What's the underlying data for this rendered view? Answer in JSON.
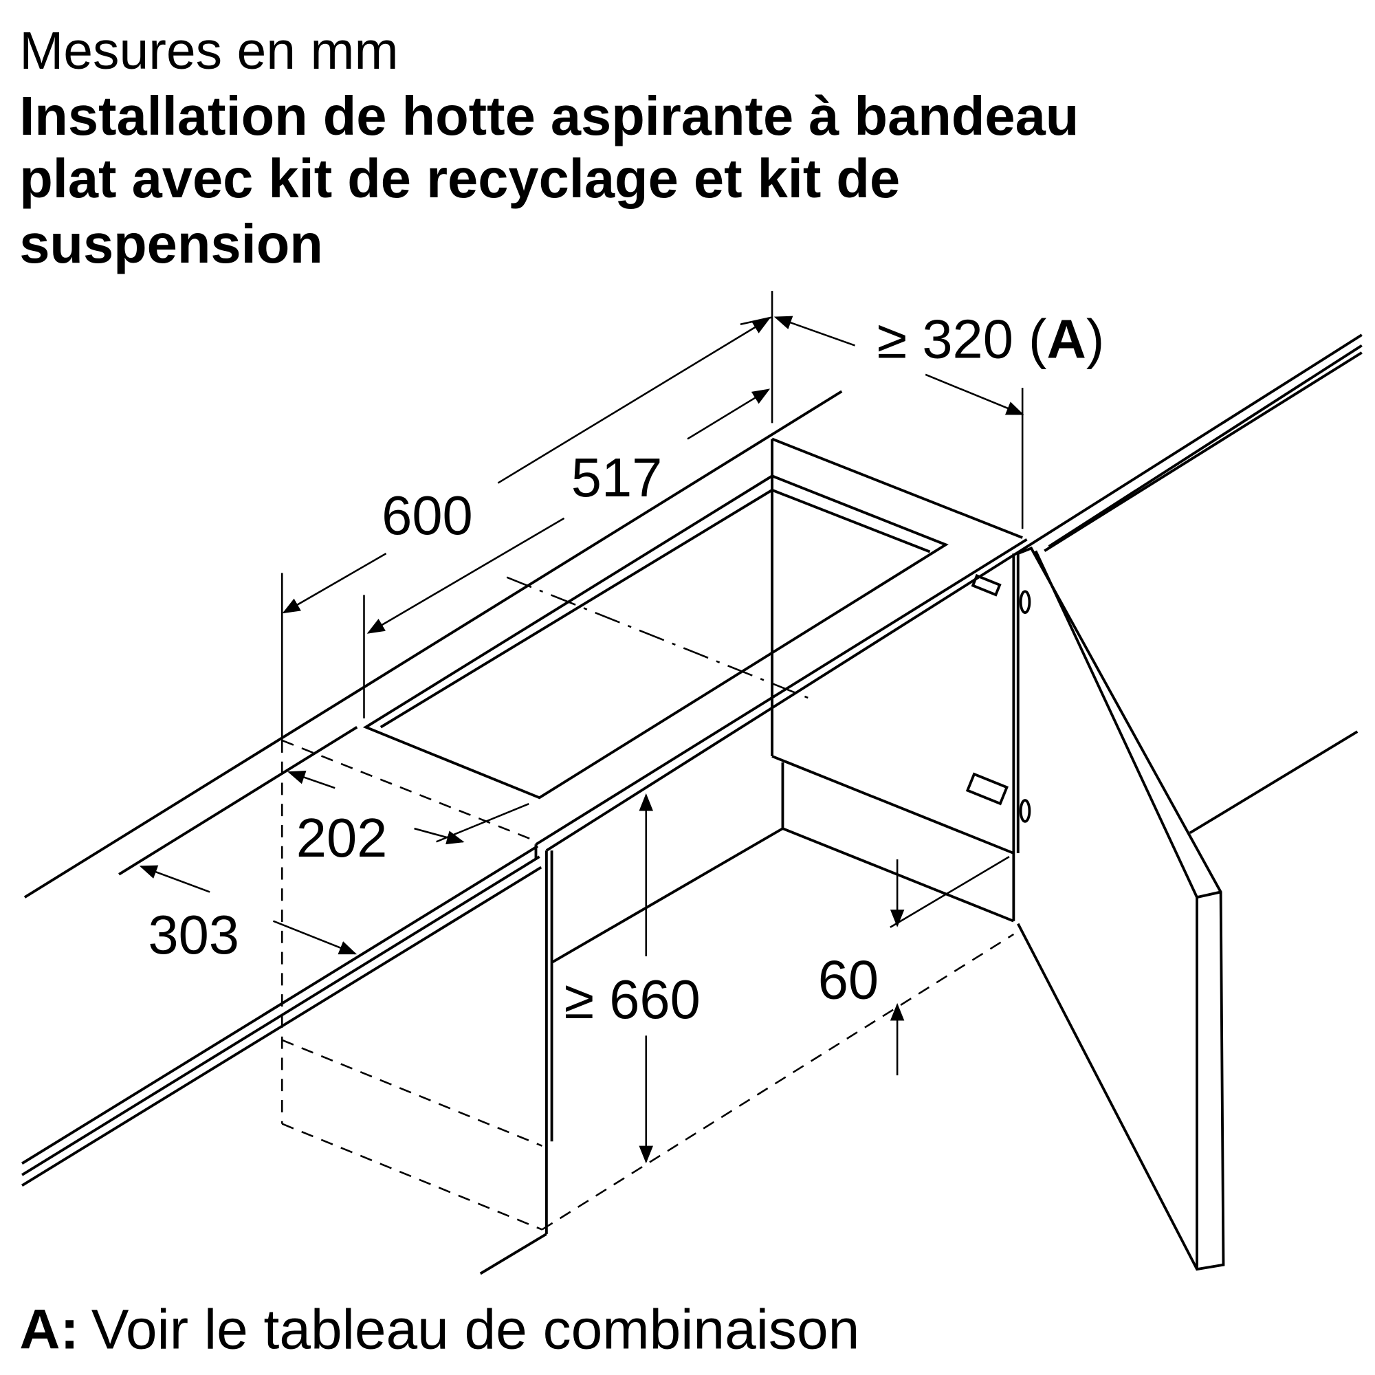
{
  "header": {
    "units": "Mesures en mm",
    "title_line1": "Installation de hotte aspirante à bandeau",
    "title_line2": "plat avec kit de recyclage et kit de",
    "title_line3": "suspension"
  },
  "dimensions": {
    "d320": "≥ 320 (",
    "d320_ref": "A",
    "d320_close": ")",
    "d517": "517",
    "d600": "600",
    "d202": "202",
    "d303": "303",
    "d660": "≥ 660",
    "d60": "60"
  },
  "footnote": {
    "key": "A:",
    "text": "Voir le tableau de combinaison"
  },
  "colors": {
    "line": "#000000",
    "background": "#ffffff"
  }
}
